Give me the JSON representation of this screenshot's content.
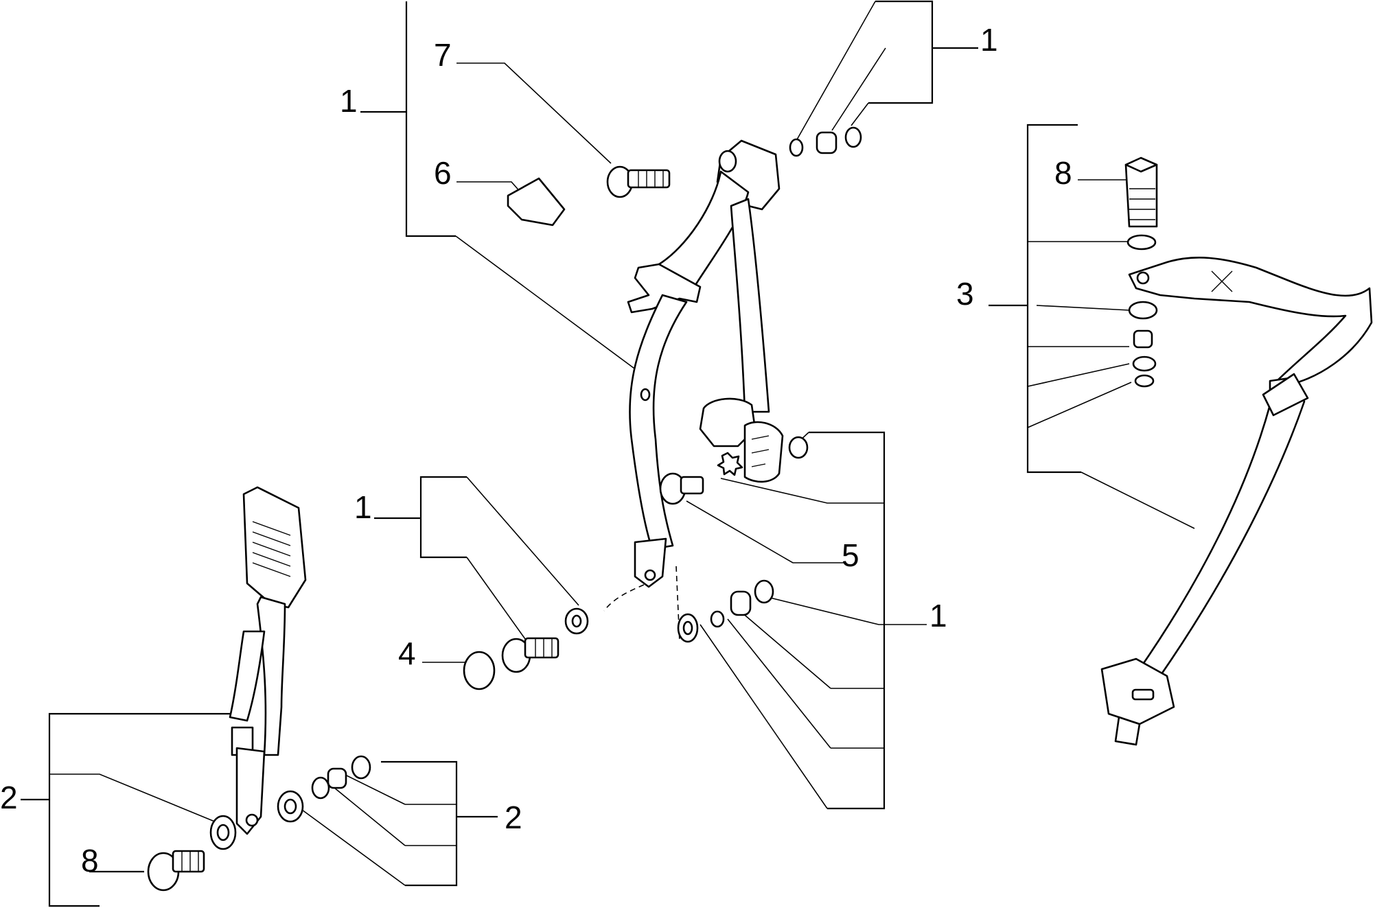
{
  "callouts": {
    "c1_top_left": "1",
    "c7": "7",
    "c6": "6",
    "c1_top_right": "1",
    "c8_right": "8",
    "c3": "3",
    "c1_mid_left": "1",
    "c4": "4",
    "c5": "5",
    "c1_mid_right": "1",
    "c2_left": "2",
    "c2_right": "2",
    "c8_left": "8"
  }
}
